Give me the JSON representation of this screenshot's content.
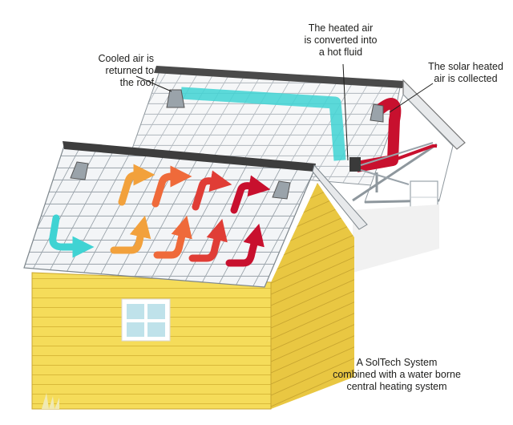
{
  "labels": {
    "cooled_air": [
      "Cooled air is",
      "returned to",
      "the roof"
    ],
    "heated_converted": [
      "The heated air",
      "is converted into",
      "a hot fluid"
    ],
    "air_collected": [
      "The solar heated",
      "air is collected"
    ],
    "system": [
      "A SolTech System",
      "combined with a water borne",
      "central heating system"
    ]
  },
  "colors": {
    "house_wall": "#f5dc5a",
    "cool_air": "#3fd3d3",
    "hot_air": "#c8102e",
    "roof_glass": "#f1f3f5",
    "roof_edge": "#3d3d3d",
    "window_frame": "#ffffff",
    "window_glass": "#bfe2ea"
  },
  "flow_arrows": [
    {
      "color": "#3fd3d3",
      "icon": "cool-air-arrow"
    },
    {
      "color": "#f2a13c",
      "icon": "warm-air-arrow"
    },
    {
      "color": "#ef6a3a",
      "icon": "warm-air-arrow"
    },
    {
      "color": "#e03d36",
      "icon": "hot-air-arrow"
    },
    {
      "color": "#c8102e",
      "icon": "hot-air-arrow"
    }
  ]
}
